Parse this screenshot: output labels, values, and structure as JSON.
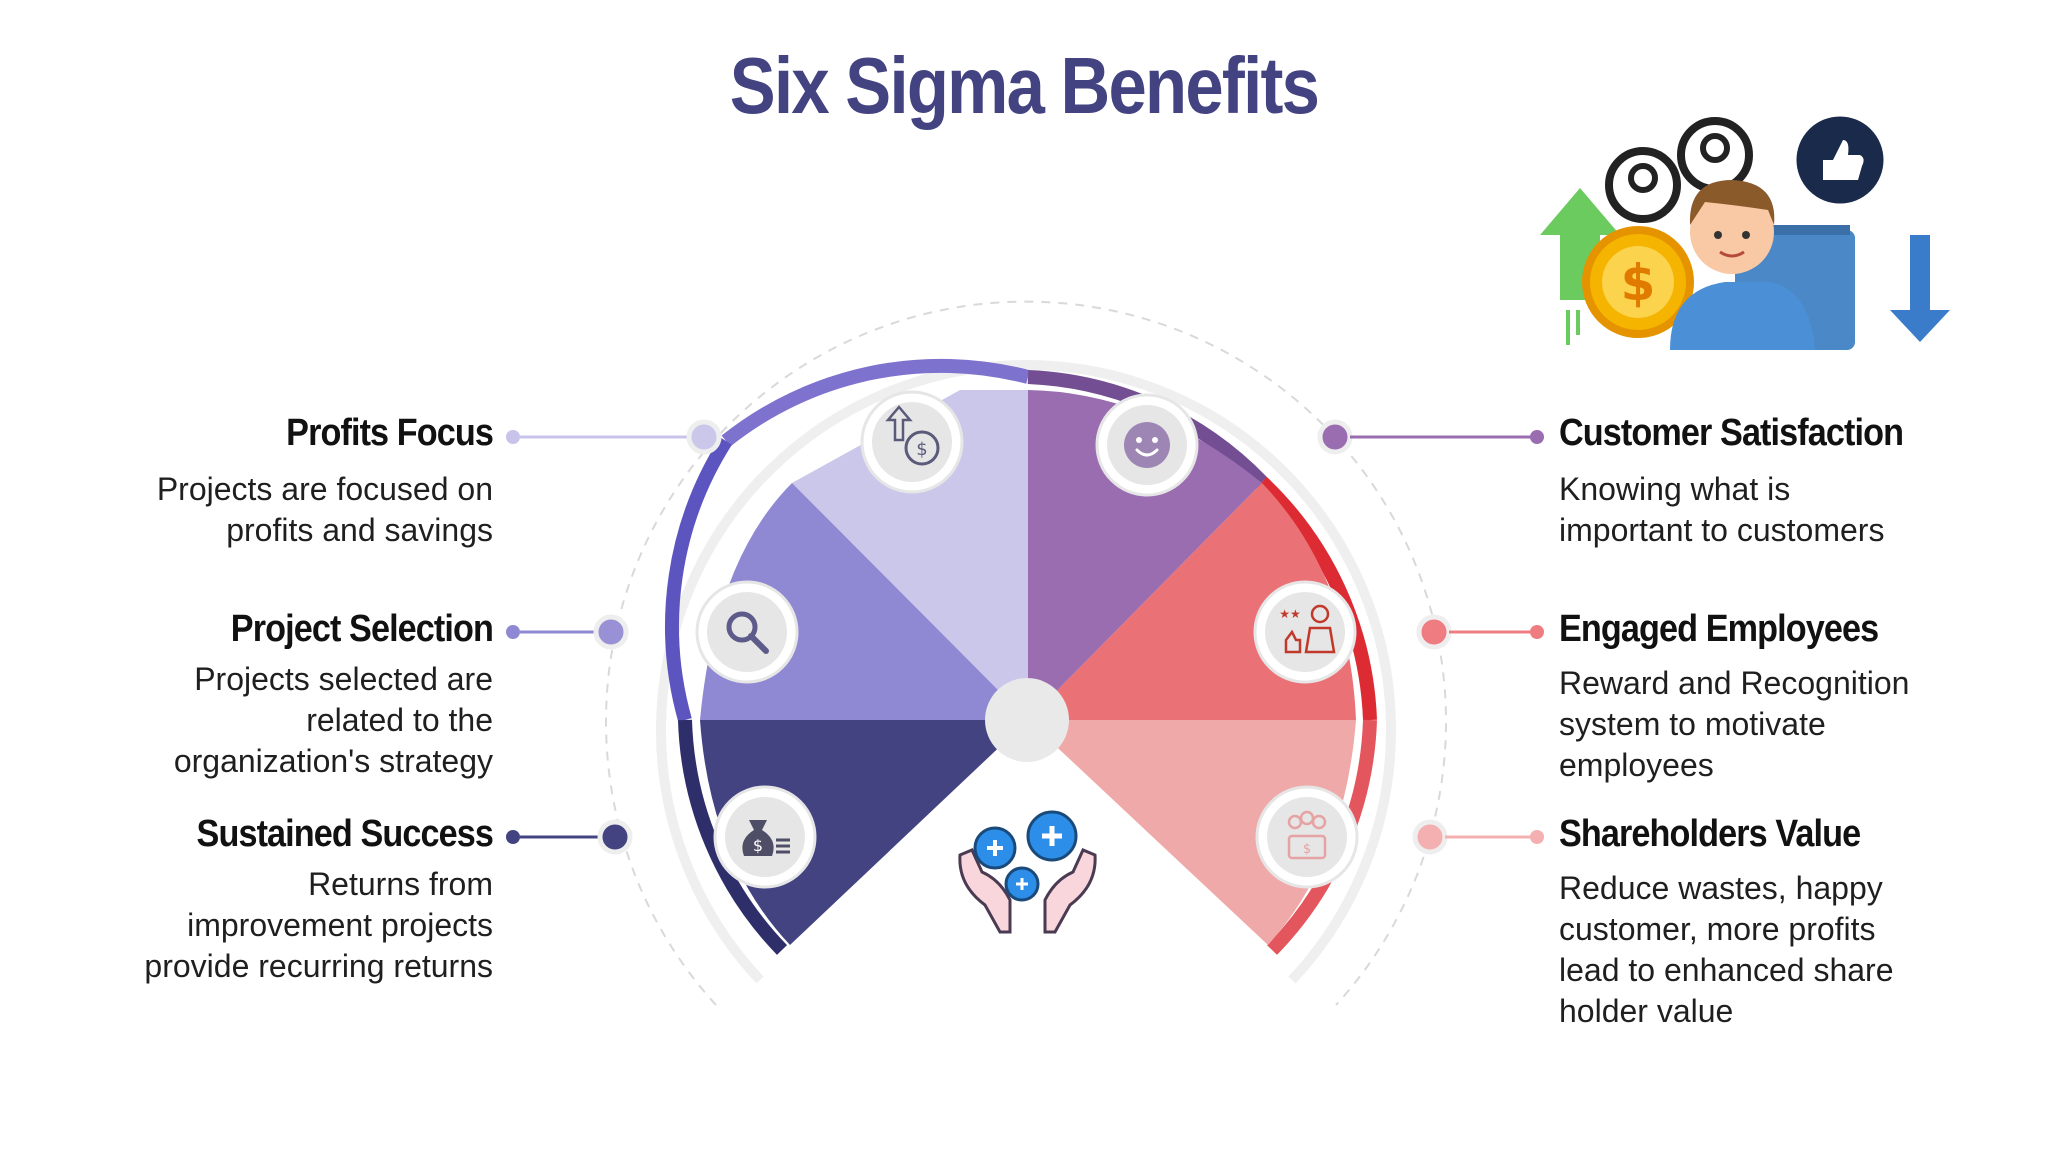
{
  "title": "Six Sigma Benefits",
  "colors": {
    "title": "#434381",
    "profits": "#cbc7ea",
    "selection": "#8f88d2",
    "sustained": "#434381",
    "customer": "#9a6db1",
    "employees": "#ea7277",
    "shareholders": "#f0a9a9"
  },
  "left_items": [
    {
      "id": "profits-focus",
      "heading": "Profits Focus",
      "text": "Projects are focused on\nprofits and savings",
      "icon": "money-growth-icon"
    },
    {
      "id": "project-selection",
      "heading": "Project Selection",
      "text": "Projects selected are\nrelated to the\norganization's strategy",
      "icon": "magnifier-icon"
    },
    {
      "id": "sustained-success",
      "heading": "Sustained Success",
      "text": "Returns from\nimprovement projects\nprovide recurring returns",
      "icon": "money-bag-icon"
    }
  ],
  "right_items": [
    {
      "id": "customer-satisfaction",
      "heading": "Customer Satisfaction",
      "text": "Knowing what is\nimportant to customers",
      "icon": "smiley-icon"
    },
    {
      "id": "engaged-employees",
      "heading": "Engaged Employees",
      "text": "Reward and Recognition\nsystem to motivate\nemployees",
      "icon": "employee-award-icon"
    },
    {
      "id": "shareholders-value",
      "heading": "Shareholders Value",
      "text": "Reduce wastes, happy\ncustomer, more profits\nlead to enhanced share\nholder value",
      "icon": "shareholders-icon"
    }
  ],
  "center_icon": "care-hands-plus-icon",
  "corner_illustration": "customer-profit-illustration"
}
